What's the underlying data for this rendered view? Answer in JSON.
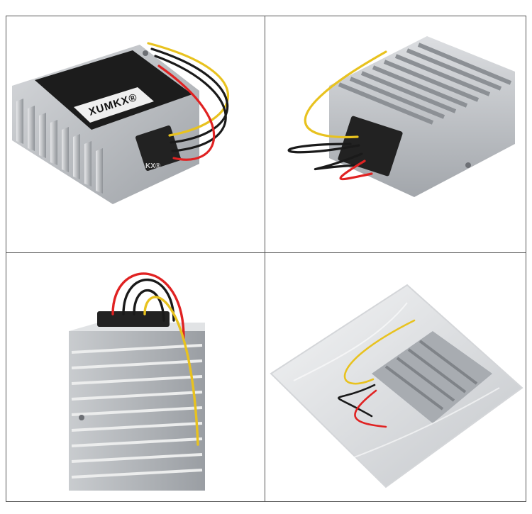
{
  "product": {
    "brand_label": "XUMKX®",
    "connector_mark": "KX®"
  },
  "colors": {
    "wire_yellow": "#e8c21f",
    "wire_red": "#e02222",
    "wire_black": "#1a1a1a",
    "aluminum": "#b9bcc0",
    "label_black": "#1c1c1c"
  },
  "panels": [
    {
      "id": "front-angle-view",
      "shows_label": true
    },
    {
      "id": "top-fins-view",
      "shows_label": false
    },
    {
      "id": "upright-side-view",
      "shows_label": false
    },
    {
      "id": "packaged-view",
      "shows_label": false
    }
  ]
}
